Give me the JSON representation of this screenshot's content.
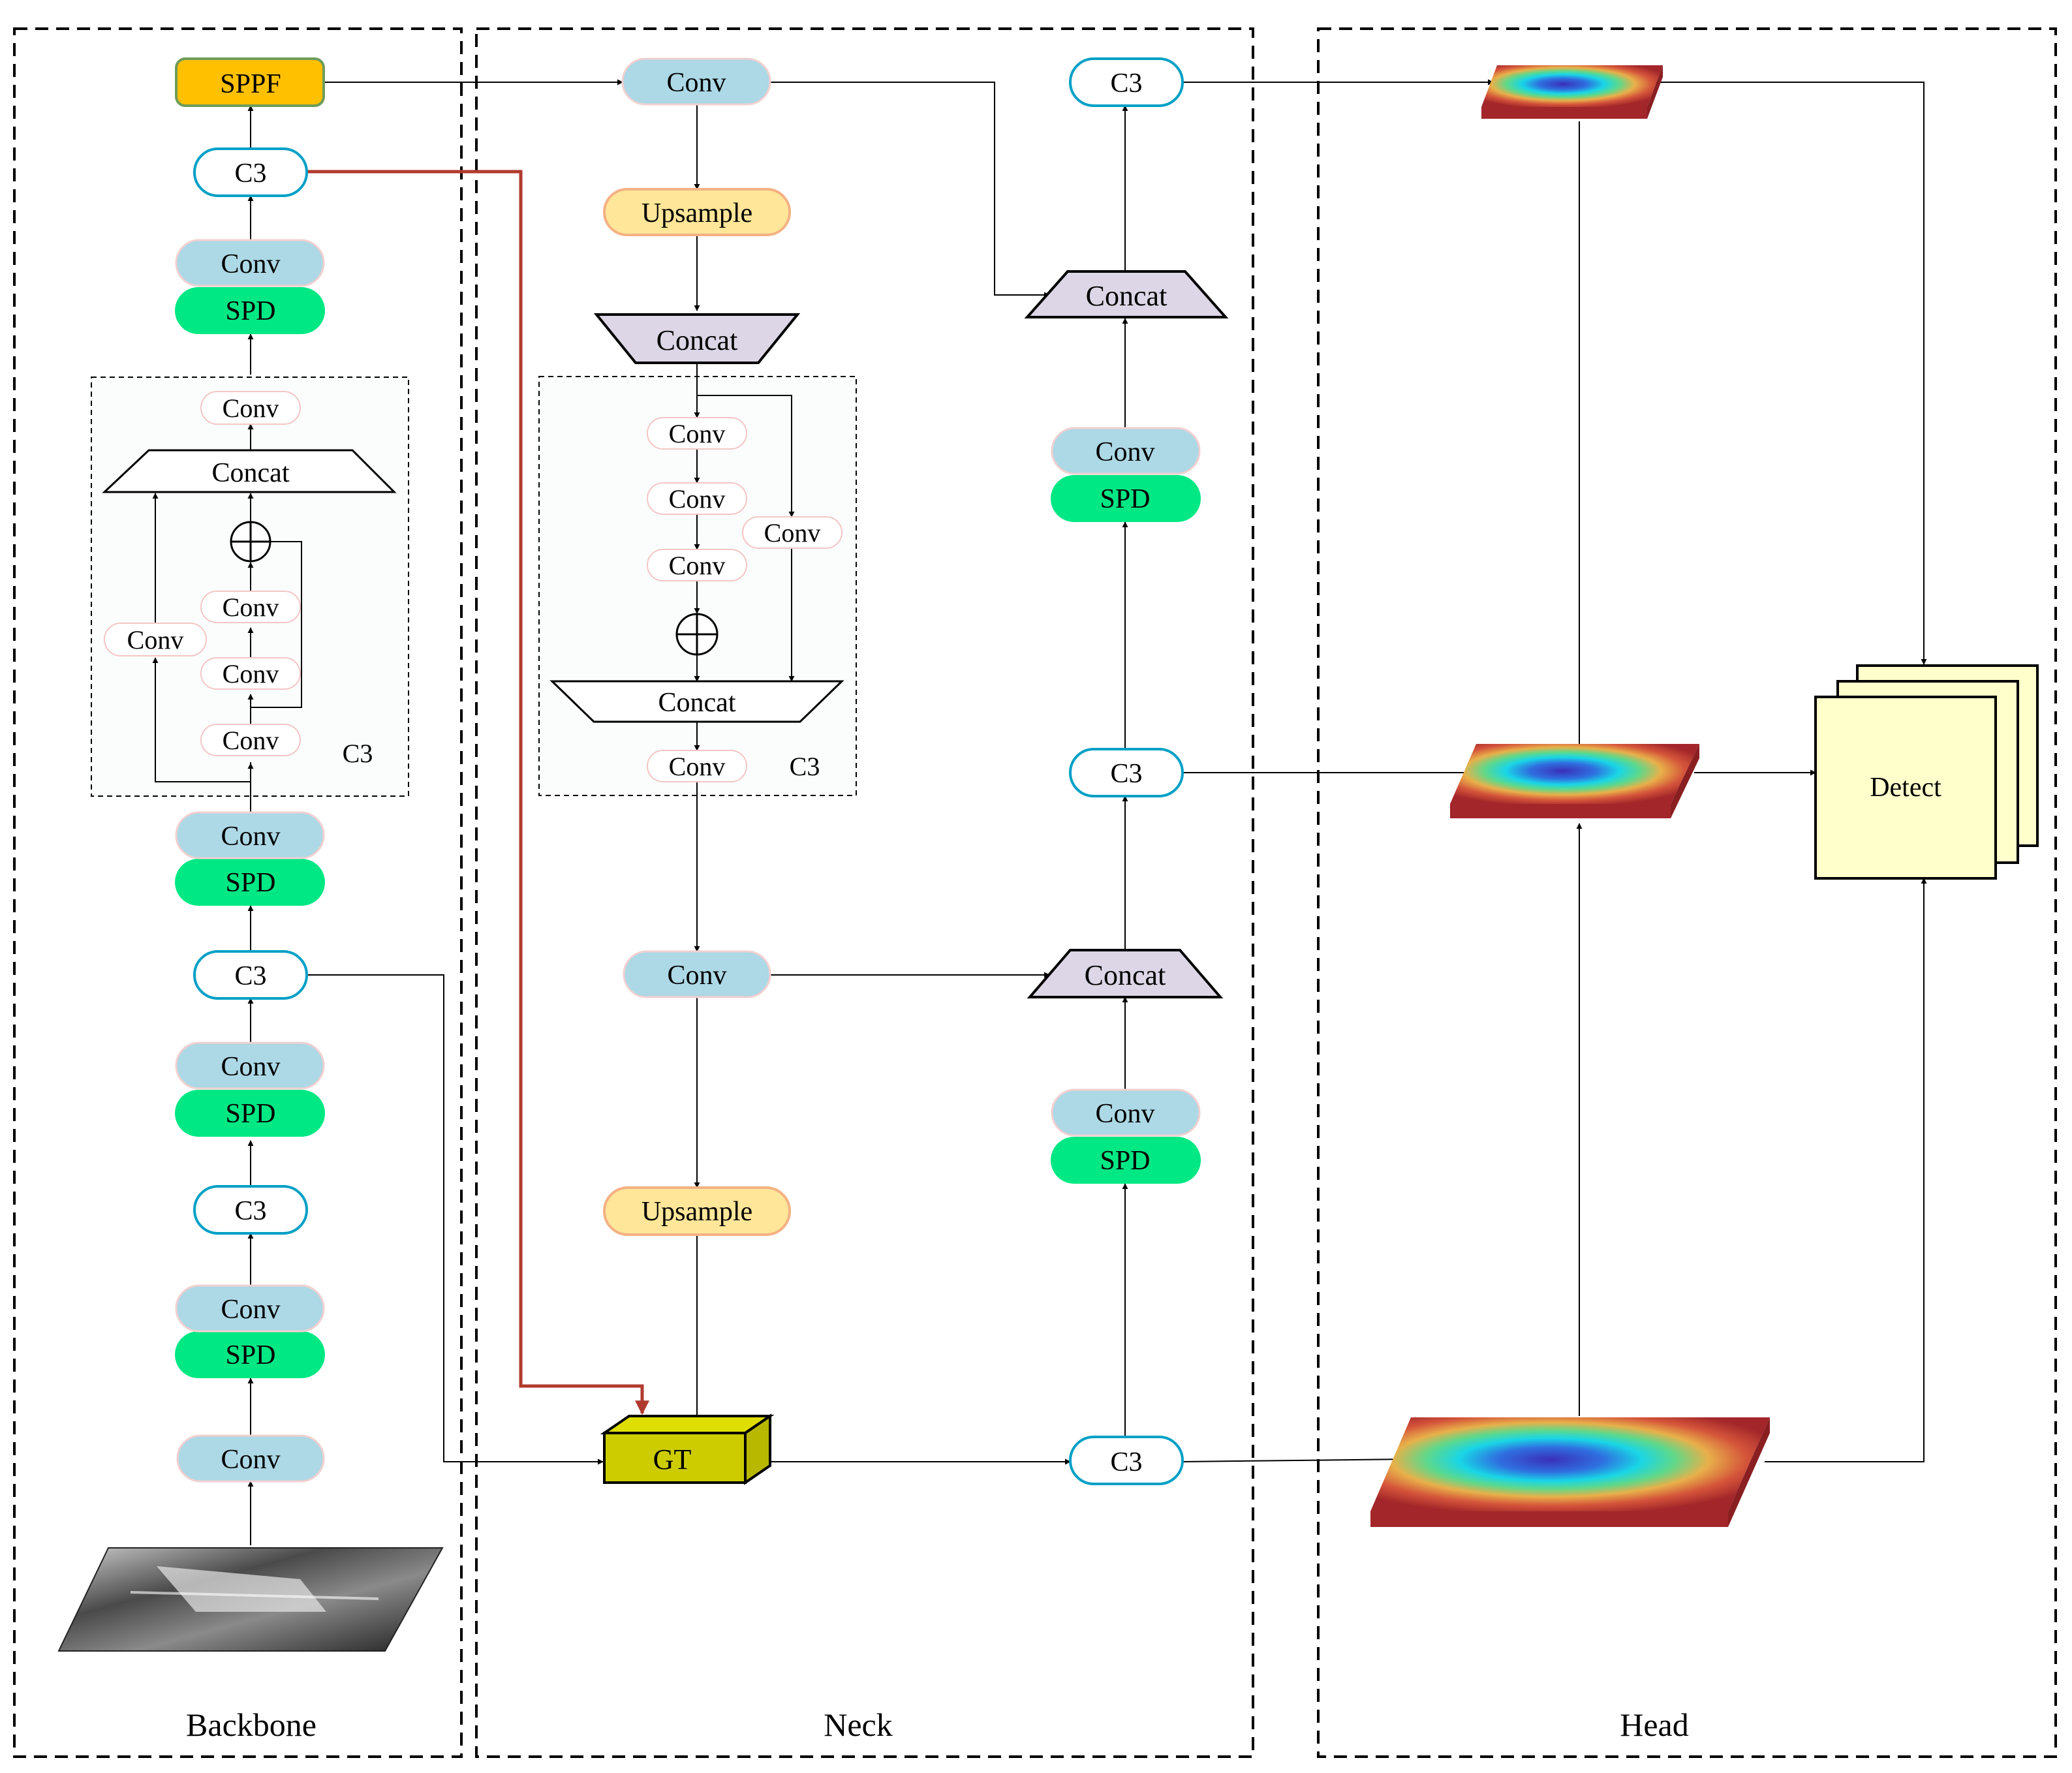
{
  "sections": {
    "backbone": "Backbone",
    "neck": "Neck",
    "head": "Head"
  },
  "labels": {
    "sppf": "SPPF",
    "c3": "C3",
    "conv": "Conv",
    "spd": "SPD",
    "concat": "Concat",
    "upsample": "Upsample",
    "gt": "GT",
    "detect": "Detect"
  },
  "colors": {
    "conv_fill": "#ADD8E6",
    "spd_fill": "#00E884",
    "sppf_fill": "#FFC000",
    "upsample_fill": "#FFE699",
    "upsample_stroke": "#F4B183",
    "c3_stroke": "#00A0C6",
    "concat_fill": "#DCD6E6",
    "gt_fill": "#CCCC00",
    "detect_fill": "#FFFFCC",
    "red_arrow": "#B03A2E"
  },
  "icons": {
    "input_image": "grayscale-infrared-image",
    "feature_maps": "heatmap-feature-map",
    "add": "circled-plus-icon"
  }
}
